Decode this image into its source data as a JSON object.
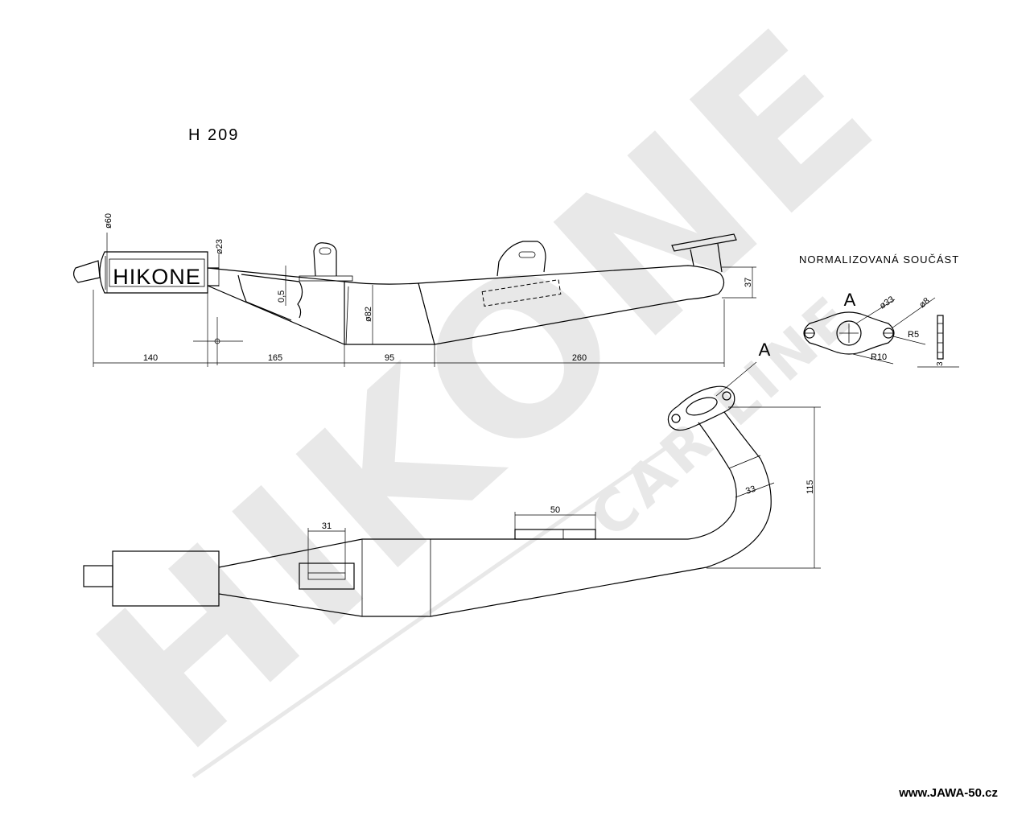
{
  "watermark": {
    "brand": "HIKONE",
    "sub": "CAR LINE"
  },
  "title": "H 209",
  "muffler_brand": "HIKONE",
  "side_view_dims": {
    "dia60": "ø60",
    "dia23": "ø23",
    "d05": "0,5",
    "dia82": "ø82",
    "h37": "37",
    "len140": "140",
    "len165": "165",
    "len95": "95",
    "len260": "260"
  },
  "flange_detail": {
    "heading": "NORMALIZOVANÁ SOUČÁST",
    "view_label": "A",
    "dia33": "ø33",
    "dia8": "ø8",
    "r5": "R5",
    "r10": "R10",
    "thickness": "3"
  },
  "top_view_dims": {
    "view_label": "A",
    "w33": "33",
    "h115": "115",
    "w50": "50",
    "w31": "31"
  },
  "footer": {
    "website": "www.JAWA-50.cz"
  }
}
